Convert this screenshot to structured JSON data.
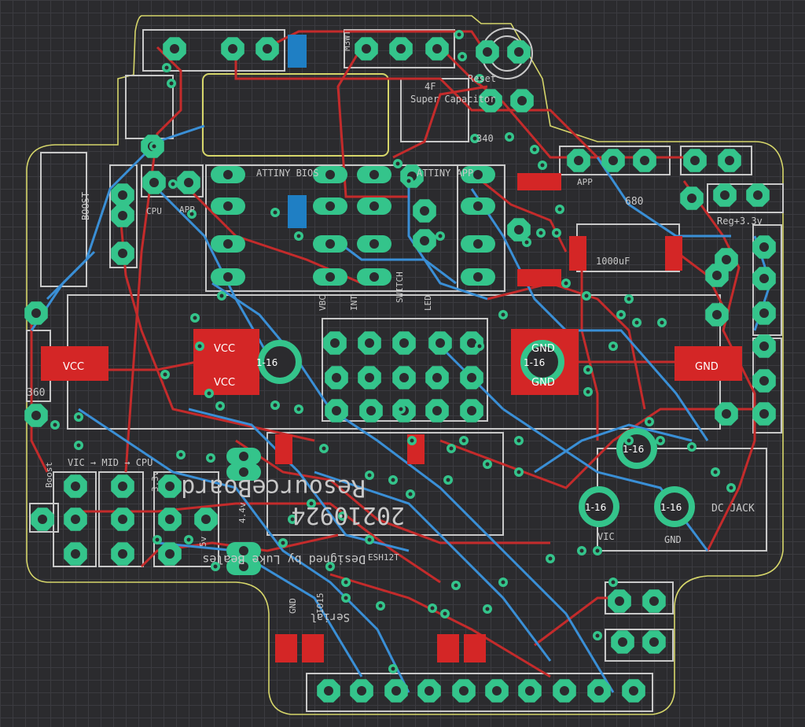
{
  "board": {
    "title": "ResourceBoard",
    "date": "20210924",
    "designer": "Designed by Luke Beales",
    "outline_color": "#d6d66a"
  },
  "colors": {
    "top_copper": "#c42b2b",
    "bottom_copper": "#3a8fd6",
    "pad": "#34c48b",
    "silk": "#c8c8c8",
    "smd_red": "#d42626",
    "via_ring": "#34c48b"
  },
  "labels": {
    "vcc_left": "VCC",
    "vcc_pad1": "VCC",
    "vcc_pad2": "VCC",
    "gnd_pad1": "GND",
    "gnd_pad2": "GND",
    "gnd_right": "GND",
    "pad_num_1": "1",
    "hole_116": "1-16",
    "attiny_bios": "ATTINY\nBIOS",
    "attiny_app": "ATTINY\nAPP",
    "super_cap": "Super\nCapacitor",
    "cap_4f": "4F",
    "boost": "BOOST",
    "cpu": "CPU",
    "app": "APP",
    "gnd": "GND",
    "serial": "Serial",
    "vic": "VIC",
    "dc_jack": "DC JACK",
    "reset": "Reset",
    "reg33": "Reg+3.3v",
    "cap_1000": "1000uF",
    "res_680": "680",
    "res_360": "360",
    "res_340": "340",
    "volt_33": "3.3v",
    "volt_44": "4.4v",
    "volt_5": "5v",
    "pwr_flow": "VIC → MID → CPU",
    "boost_lbl": "Boost",
    "io15": "IO15",
    "esh": "ESH12T",
    "m3wt": "M3WT",
    "vbc": "VBC",
    "gnd_r": "GND",
    "ss": "5V",
    "int": "INT",
    "switch": "SWITCH",
    "led": "LED"
  }
}
